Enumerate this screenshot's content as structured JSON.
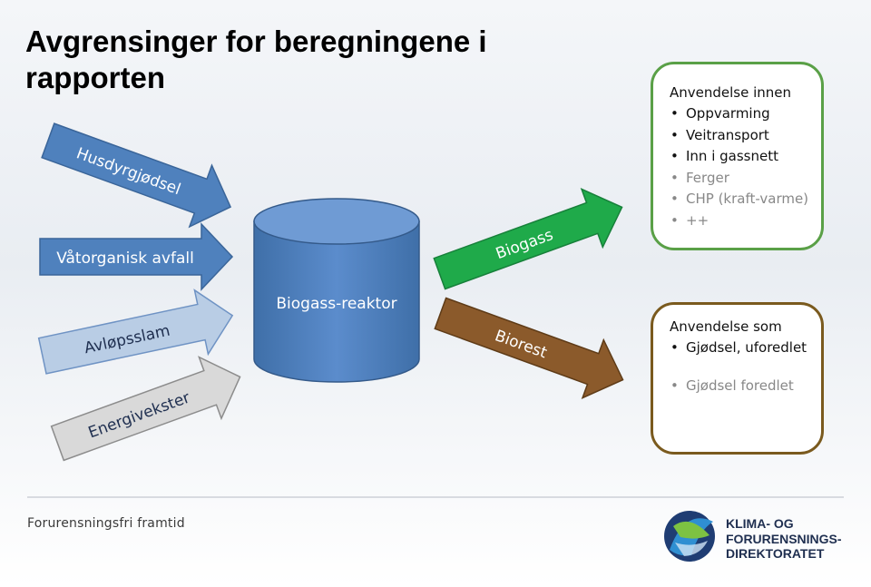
{
  "title": "Avgrensinger for beregningene i rapporten",
  "inputs": [
    "Husdyrgjødsel",
    "Våtorganisk avfall",
    "Avløpsslam",
    "Energivekster"
  ],
  "reactor": "Biogass-reaktor",
  "outputs": [
    "Biogass",
    "Biorest"
  ],
  "biogas_box": {
    "heading": "Anvendelse innen",
    "items": [
      {
        "text": "Oppvarming",
        "muted": false
      },
      {
        "text": "Veitransport",
        "muted": false
      },
      {
        "text": "Inn i gassnett",
        "muted": false
      },
      {
        "text": "Ferger",
        "muted": true
      },
      {
        "text": "CHP (kraft-varme)",
        "muted": true
      },
      {
        "text": "++",
        "muted": true
      }
    ]
  },
  "biorest_box": {
    "heading": "Anvendelse som",
    "items": [
      {
        "text": "Gjødsel, uforedlet",
        "muted": false
      },
      {
        "text": "Gjødsel foredlet",
        "muted": true
      }
    ]
  },
  "footer": {
    "slogan": "Forurensningsfri framtid",
    "logo_lines": [
      "KLIMA- OG",
      "FORURENSNINGS-",
      "DIREKTORATET"
    ]
  },
  "colors": {
    "blue_arrow": "#4f81bd",
    "light_blue_arrow": "#b9cde5",
    "gray_arrow": "#d9d9d9",
    "green_arrow": "#1faa4a",
    "brown_arrow": "#8b5a2b",
    "reactor": "#4f81bd",
    "green_border": "#5aa047",
    "brown_border": "#7a5a1e"
  }
}
